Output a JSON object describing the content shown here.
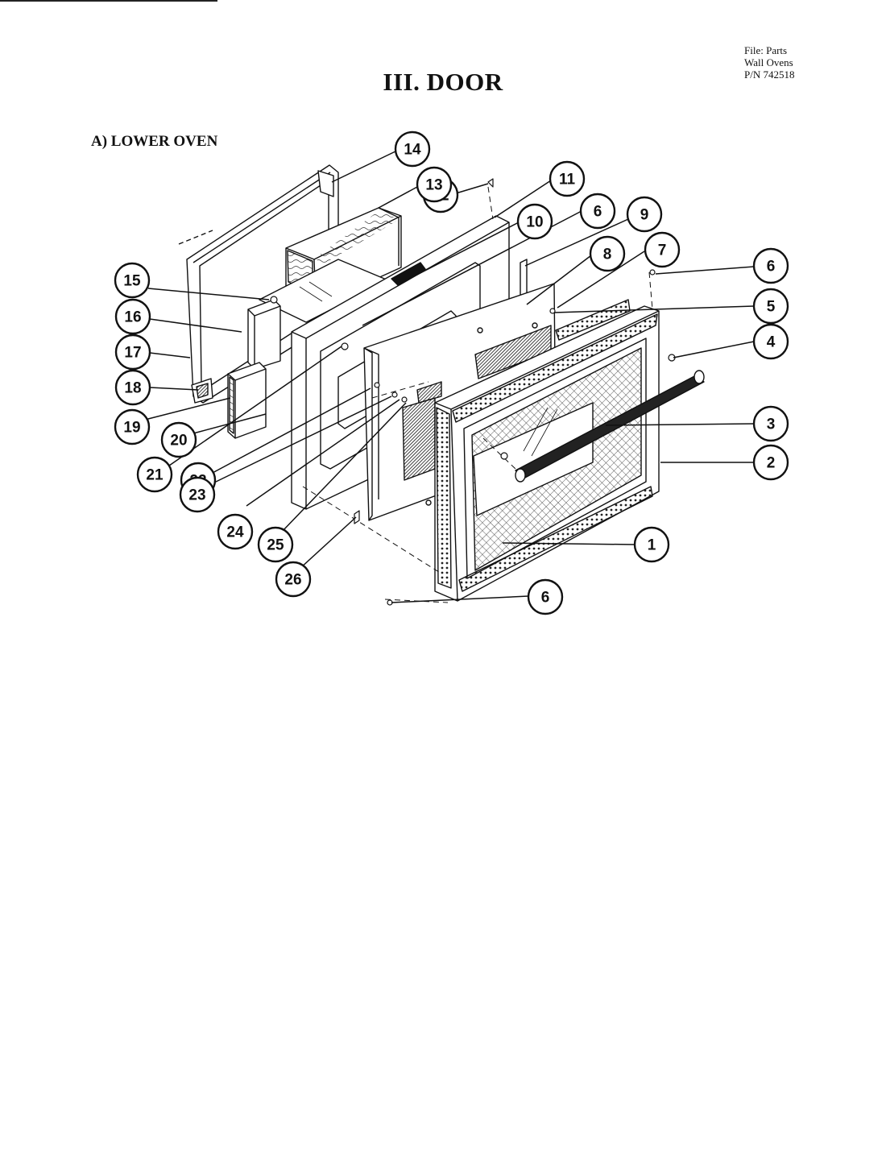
{
  "file_info": {
    "line1": "File: Parts",
    "line2": "Wall Ovens",
    "line3": "P/N 742518"
  },
  "title": "III. DOOR",
  "section": "A) LOWER OVEN",
  "callouts": [
    "1",
    "2",
    "3",
    "4",
    "5",
    "6",
    "7",
    "8",
    "9",
    "10",
    "11",
    "12",
    "13",
    "14",
    "15",
    "16",
    "17",
    "18",
    "19",
    "20",
    "21",
    "22",
    "23",
    "24",
    "25",
    "26",
    "6",
    "6"
  ],
  "colors": {
    "ink": "#111111",
    "background": "#ffffff"
  }
}
